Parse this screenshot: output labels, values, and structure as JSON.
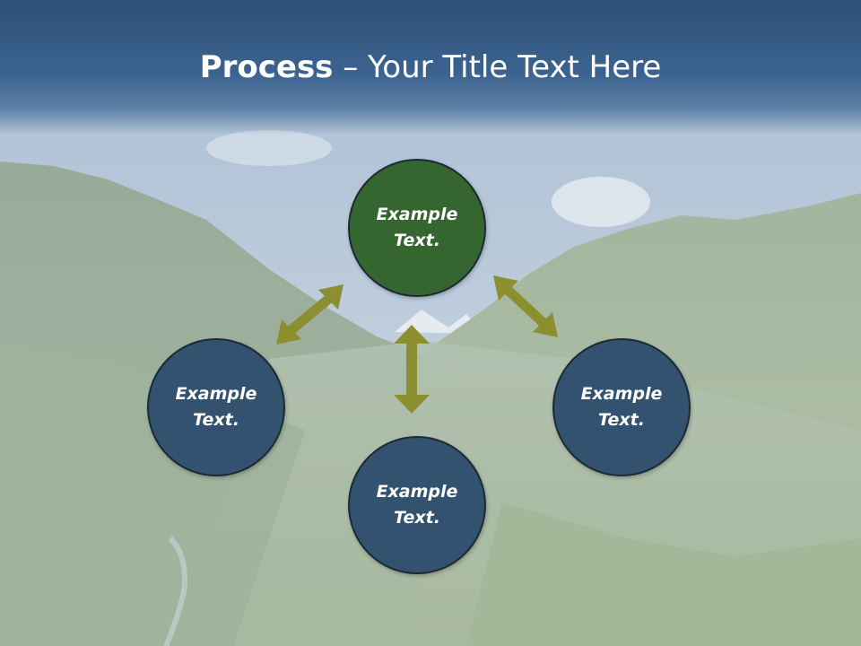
{
  "title": {
    "bold": "Process",
    "rest": " – Your Title Text Here"
  },
  "nodes": [
    {
      "id": "top",
      "label": "Example Text.",
      "color": "#366630"
    },
    {
      "id": "left",
      "label": "Example Text.",
      "color": "#32526f"
    },
    {
      "id": "right",
      "label": "Example Text.",
      "color": "#32526f"
    },
    {
      "id": "bottom",
      "label": "Example Text.",
      "color": "#32526f"
    }
  ],
  "colors": {
    "arrow": "#8b8f30",
    "title_bar": "#2d4f77",
    "node_border": "#1b2a35",
    "sky": "#b8c8d8",
    "mountain": "#9fb19f",
    "valley": "#a8bb9c"
  },
  "arrows": [
    "top-left-double-arrow",
    "top-right-double-arrow",
    "center-vertical-double-arrow"
  ]
}
